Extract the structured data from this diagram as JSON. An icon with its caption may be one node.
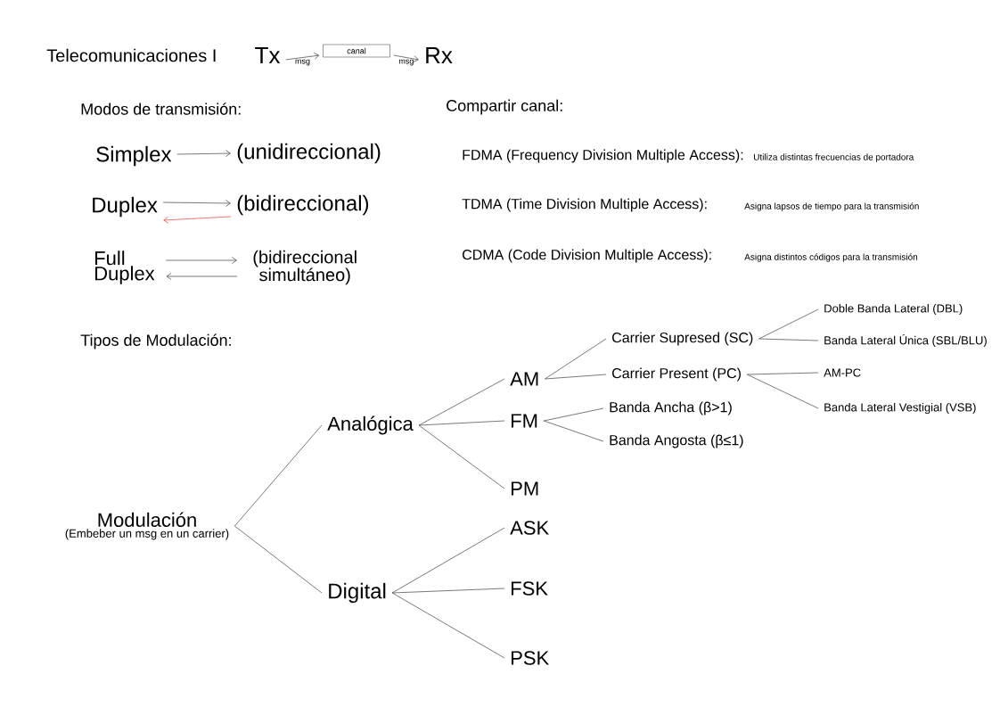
{
  "diagram": {
    "title": "Telecomunicaciones I",
    "nodes": [
      {
        "text": [
          "Tx"
        ]
      },
      {
        "text": [
          "canal"
        ]
      },
      {
        "text": [
          "Rx"
        ]
      },
      {
        "text": [
          "Simplex"
        ]
      },
      {
        "text": [
          "(unidireccional)"
        ]
      },
      {
        "text": [
          "Duplex"
        ]
      },
      {
        "text": [
          "(bidireccional)"
        ]
      },
      {
        "text": [
          "Full Duplex"
        ]
      },
      {
        "text": [
          "(bidireccional simultáneo)"
        ]
      },
      {
        "text": [
          "Modulación",
          "(Embeber un msg en un carrier)"
        ]
      },
      {
        "text": [
          "Analógica"
        ]
      },
      {
        "text": [
          "Digital"
        ]
      },
      {
        "text": [
          "AM"
        ]
      },
      {
        "text": [
          "FM"
        ]
      },
      {
        "text": [
          "PM"
        ]
      },
      {
        "text": [
          "ASK"
        ]
      },
      {
        "text": [
          "FSK"
        ]
      },
      {
        "text": [
          "PSK"
        ]
      },
      {
        "text": [
          "Carrier Supresed (SC)"
        ]
      },
      {
        "text": [
          "Carrier Present (PC)"
        ]
      },
      {
        "text": [
          "Banda Ancha (β>1)"
        ]
      },
      {
        "text": [
          "Banda Angosta (β≤1)"
        ]
      },
      {
        "text": [
          "Doble Banda Lateral (DBL)"
        ]
      },
      {
        "text": [
          "Banda Lateral Única (SBL/BLU)"
        ]
      },
      {
        "text": [
          "AM-PC"
        ]
      },
      {
        "text": [
          "Banda Lateral Vestigial (VSB)"
        ]
      }
    ],
    "edges": [
      {
        "from": 0,
        "to": 1,
        "arrow": "to",
        "label": "msg"
      },
      {
        "from": 1,
        "to": 2,
        "arrow": "to",
        "label": "msg"
      },
      {
        "from": 3,
        "to": 4,
        "arrow": "to"
      },
      {
        "from": 5,
        "to": 6,
        "arrow": "to"
      },
      {
        "from": 6,
        "to": 5,
        "arrow": "to",
        "color": "#e8412c"
      },
      {
        "from": 7,
        "to": 8,
        "arrow": "to"
      },
      {
        "from": 8,
        "to": 7,
        "arrow": "to"
      },
      {
        "from": 9,
        "to": 10,
        "arrow": "none"
      },
      {
        "from": 9,
        "to": 11,
        "arrow": "none"
      },
      {
        "from": 10,
        "to": 12,
        "arrow": "none"
      },
      {
        "from": 10,
        "to": 13,
        "arrow": "none"
      },
      {
        "from": 10,
        "to": 14,
        "arrow": "none"
      },
      {
        "from": 11,
        "to": 15,
        "arrow": "none"
      },
      {
        "from": 11,
        "to": 16,
        "arrow": "none"
      },
      {
        "from": 11,
        "to": 17,
        "arrow": "none"
      },
      {
        "from": 12,
        "to": 18,
        "arrow": "none"
      },
      {
        "from": 12,
        "to": 19,
        "arrow": "none"
      },
      {
        "from": 13,
        "to": 20,
        "arrow": "none"
      },
      {
        "from": 13,
        "to": 21,
        "arrow": "none"
      },
      {
        "from": 18,
        "to": 22,
        "arrow": "none"
      },
      {
        "from": 18,
        "to": 23,
        "arrow": "none"
      },
      {
        "from": 19,
        "to": 24,
        "arrow": "none"
      },
      {
        "from": 19,
        "to": 25,
        "arrow": "none"
      }
    ],
    "labels": [
      "Modos de transmisión:",
      "Compartir canal:",
      "FDMA (Frequency Division Multiple Access):",
      "Utiliza distintas frecuencias de portadora",
      "TDMA (Time Division Multiple Access):",
      "Asigna lapsos de tiempo para la transmisión",
      "CDMA (Code Division Multiple Access):",
      "Asigna distintos códigos para la transmisión",
      "Tipos de Modulación:"
    ]
  }
}
